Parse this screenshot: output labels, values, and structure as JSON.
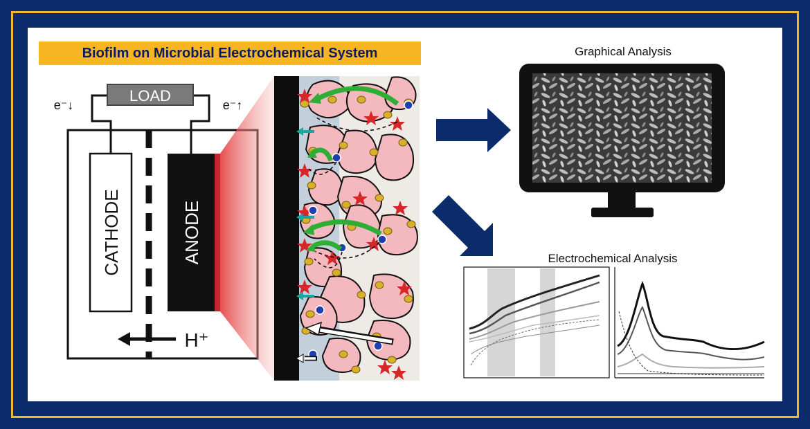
{
  "title": "Biofilm on Microbial Electrochemical System",
  "cell": {
    "load_label": "LOAD",
    "cathode_label": "CATHODE",
    "anode_label": "ANODE",
    "proton_label": "H⁺",
    "electron_left": "e⁻↓",
    "electron_right": "e⁻↑"
  },
  "graphical_analysis": {
    "title": "Graphical Analysis"
  },
  "electrochemical_analysis": {
    "title": "Electrochemical Analysis"
  },
  "colors": {
    "navy": "#0b2b6a",
    "gold": "#f3b82c",
    "arrow_green": "#2fae35",
    "arrow_teal": "#1aa6a0",
    "cell_pink": "#f4b9bf",
    "star_red": "#d62828",
    "node_yellow": "#d8b02a",
    "electron_blue": "#1f3fb0"
  }
}
